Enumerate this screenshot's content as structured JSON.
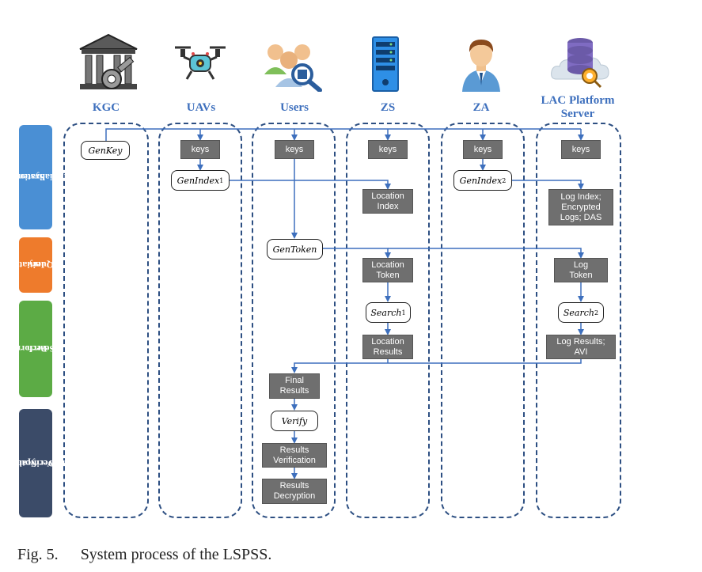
{
  "entities": {
    "kgc": "KGC",
    "uavs": "UAVs",
    "users": "Users",
    "zs": "ZS",
    "za": "ZA",
    "lac_line1": "LAC Platform",
    "lac_line2": "Server"
  },
  "phases": {
    "system_init_1": "System",
    "system_init_2": "Initialization",
    "initiate_query_1": "Initiate",
    "initiate_query_2": "Query",
    "perform_search_1": "Perform",
    "perform_search_2": "Search",
    "verification_1": "Verification",
    "verification_2": "and Decryption"
  },
  "boxes": {
    "keys": "keys",
    "location_index_1": "Location",
    "location_index_2": "Index",
    "log_index_1": "Log Index;",
    "log_index_2": "Encrypted",
    "log_index_3": "Logs; DAS",
    "location_token_1": "Location",
    "location_token_2": "Token",
    "log_token_1": "Log",
    "log_token_2": "Token",
    "location_results_1": "Location",
    "location_results_2": "Results",
    "log_results_1": "Log Results;",
    "log_results_2": "AVI",
    "final_results_1": "Final",
    "final_results_2": "Results",
    "results_verification_1": "Results",
    "results_verification_2": "Verification",
    "results_decryption_1": "Results",
    "results_decryption_2": "Decryption"
  },
  "ops": {
    "genkey": "GenKey",
    "genindex": "GenIndex",
    "genindex1_sub": "1",
    "genindex2_sub": "2",
    "gentoken": "GenToken",
    "search": "Search",
    "search1_sub": "1",
    "search2_sub": "2",
    "verify": "Verify"
  },
  "caption": {
    "label": "Fig. 5.",
    "text": "System process of the LSPSS."
  },
  "colors": {
    "accent_blue": "#3d6fbd",
    "lane_border": "#2d4f82",
    "box_gray": "#6f6f6f",
    "phase_system_init": "#4a8fd4",
    "phase_initiate_query": "#ee7b2c",
    "phase_perform_search": "#5cab45",
    "phase_verification": "#3b4b68",
    "arrow": "#3d6fbd"
  }
}
